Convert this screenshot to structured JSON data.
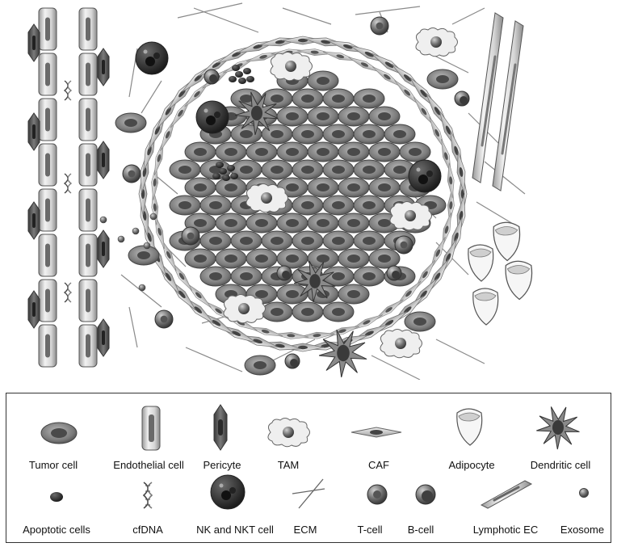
{
  "legend": {
    "tumor_cell": "Tumor cell",
    "endothelial_cell": "Endothelial cell",
    "pericyte": "Pericyte",
    "tam": "TAM",
    "caf": "CAF",
    "adipocyte": "Adipocyte",
    "dendritic_cell": "Dendritic cell",
    "apoptotic_cells": "Apoptotic cells",
    "cfdna": "cfDNA",
    "nk_nkt_cell": "NK and NKT cell",
    "ecm": "ECM",
    "t_cell": "T-cell",
    "b_cell": "B-cell",
    "lymphatic_ec": "Lymphotic EC",
    "exosome": "Exosome"
  },
  "colors": {
    "tumor_dark": "#5a5a5a",
    "tumor_light": "#9a9a9a",
    "nucleus": "#3a3a3a",
    "membrane": "#d8d8d8",
    "ecm_line": "#777777",
    "outline": "#444444"
  }
}
